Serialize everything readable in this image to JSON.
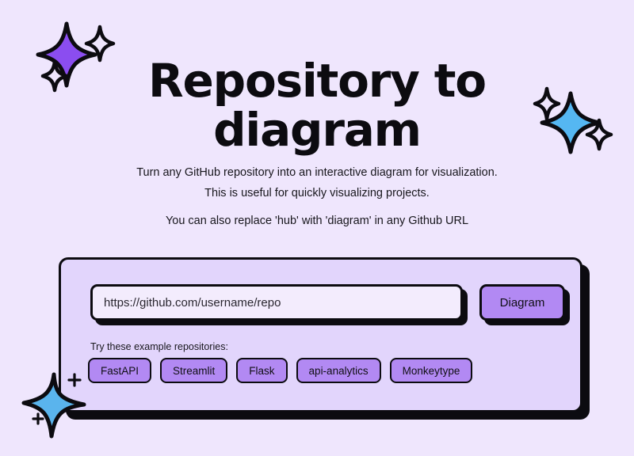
{
  "page": {
    "background_color": "#EFE6FD",
    "title": "Repository to diagram",
    "title_line1": "Repository to",
    "title_line2": "diagram"
  },
  "subtitle": {
    "line1": "Turn any GitHub repository into an interactive diagram for visualization.",
    "line2": "This is useful for quickly visualizing projects.",
    "line3": "You can also replace 'hub' with 'diagram' in any Github URL"
  },
  "card": {
    "background_color": "#E2D5FC",
    "border_color": "#0C0B10"
  },
  "form": {
    "url_input": {
      "value": "",
      "placeholder": "https://github.com/username/repo"
    },
    "submit_label": "Diagram",
    "accent_color": "#B289F3"
  },
  "examples": {
    "label": "Try these example repositories:",
    "chips": [
      {
        "label": "FastAPI"
      },
      {
        "label": "Streamlit"
      },
      {
        "label": "Flask"
      },
      {
        "label": "api-analytics"
      },
      {
        "label": "Monkeytype"
      }
    ]
  },
  "decorations": {
    "sparkle_top_left": {
      "icon": "sparkle-icon",
      "fill": "#8B4DF0"
    },
    "sparkle_top_right": {
      "icon": "sparkle-icon",
      "fill": "#55B7F2"
    },
    "sparkle_bottom_left": {
      "icon": "star-sparkle-icon",
      "fill": "#5AB4ED"
    }
  }
}
